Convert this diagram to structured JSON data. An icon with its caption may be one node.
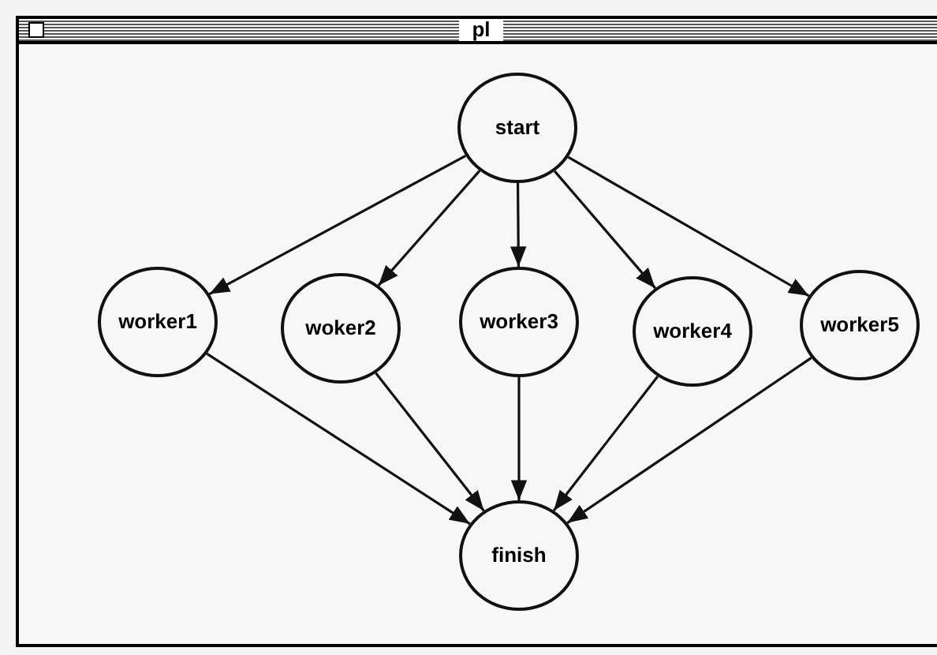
{
  "diagram": {
    "title": "pl",
    "nodes": [
      {
        "text": [
          "start"
        ]
      },
      {
        "text": [
          "worker1"
        ]
      },
      {
        "text": [
          "woker2"
        ]
      },
      {
        "text": [
          "worker3"
        ]
      },
      {
        "text": [
          "worker4"
        ]
      },
      {
        "text": [
          "worker5"
        ]
      },
      {
        "text": [
          "finish"
        ]
      }
    ],
    "edges": [
      {
        "from": 0,
        "to": 1,
        "arrow": "to"
      },
      {
        "from": 0,
        "to": 2,
        "arrow": "to"
      },
      {
        "from": 0,
        "to": 3,
        "arrow": "to"
      },
      {
        "from": 0,
        "to": 4,
        "arrow": "to"
      },
      {
        "from": 0,
        "to": 5,
        "arrow": "to"
      },
      {
        "from": 1,
        "to": 6,
        "arrow": "to"
      },
      {
        "from": 2,
        "to": 6,
        "arrow": "to"
      },
      {
        "from": 3,
        "to": 6,
        "arrow": "to"
      },
      {
        "from": 4,
        "to": 6,
        "arrow": "to"
      },
      {
        "from": 5,
        "to": 6,
        "arrow": "to"
      }
    ]
  }
}
